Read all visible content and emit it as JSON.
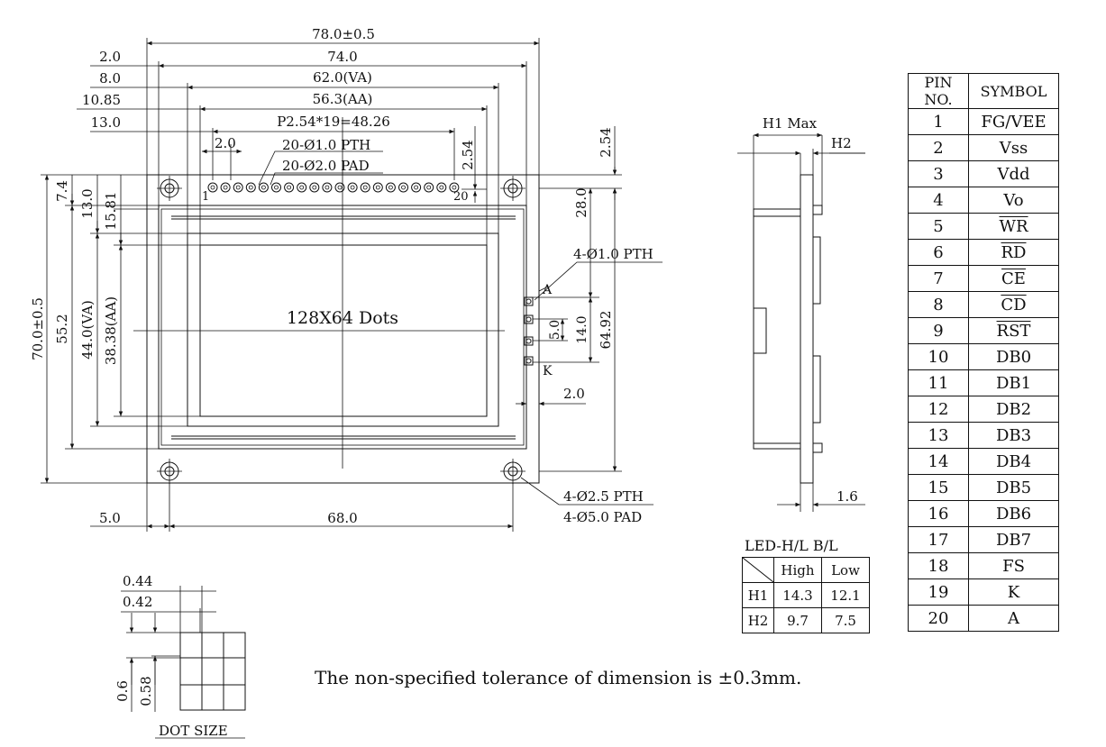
{
  "front": {
    "overall_width": "78.0±0.5",
    "width_74": "74.0",
    "va_width": "62.0(VA)",
    "aa_width": "56.3(AA)",
    "pitch": "P2.54*19=48.26",
    "left_2": "2.0",
    "left_8": "8.0",
    "left_1085": "10.85",
    "left_13": "13.0",
    "pin_spacing": "2.0",
    "pth_20": "20-Ø1.0 PTH",
    "pad_20": "20-Ø2.0 PAD",
    "pin1": "1",
    "pin20": "20",
    "dim_254a": "2.54",
    "dim_254b": "2.54",
    "dim_28": "28.0",
    "led_pth": "4-Ø1.0 PTH",
    "led_a": "A",
    "led_k": "K",
    "dim_5": "5.0",
    "dim_14": "14.0",
    "dim_6492": "64.92",
    "dim_2r": "2.0",
    "height_70": "70.0±0.5",
    "height_552": "55.2",
    "height_va": "44.0(VA)",
    "height_aa": "38.38(AA)",
    "top_74": "7.4",
    "top_13": "13.0",
    "top_1581": "15.81",
    "dots": "128X64 Dots",
    "mount_pth": "4-Ø2.5 PTH",
    "mount_pad": "4-Ø5.0 PAD",
    "bottom_5": "5.0",
    "bottom_68": "68.0"
  },
  "side": {
    "h1": "H1 Max",
    "h2": "H2",
    "thick": "1.6"
  },
  "dot": {
    "d044": "0.44",
    "d042": "0.42",
    "d06": "0.6",
    "d058": "0.58",
    "label": "DOT SIZE"
  },
  "led": {
    "title": "LED-H/L B/L",
    "high": "High",
    "low": "Low",
    "h1": "H1",
    "h2": "H2",
    "h1_high": "14.3",
    "h1_low": "12.1",
    "h2_high": "9.7",
    "h2_low": "7.5"
  },
  "pins": {
    "header_no": "PIN NO.",
    "header_symbol": "SYMBOL",
    "rows": [
      {
        "no": "1",
        "symbol": "FG/VEE"
      },
      {
        "no": "2",
        "symbol": "Vss"
      },
      {
        "no": "3",
        "symbol": "Vdd"
      },
      {
        "no": "4",
        "symbol": "Vo"
      },
      {
        "no": "5",
        "symbol": "WR"
      },
      {
        "no": "6",
        "symbol": "RD"
      },
      {
        "no": "7",
        "symbol": "CE"
      },
      {
        "no": "8",
        "symbol": "CD"
      },
      {
        "no": "9",
        "symbol": "RST"
      },
      {
        "no": "10",
        "symbol": "DB0"
      },
      {
        "no": "11",
        "symbol": "DB1"
      },
      {
        "no": "12",
        "symbol": "DB2"
      },
      {
        "no": "13",
        "symbol": "DB3"
      },
      {
        "no": "14",
        "symbol": "DB4"
      },
      {
        "no": "15",
        "symbol": "DB5"
      },
      {
        "no": "16",
        "symbol": "DB6"
      },
      {
        "no": "17",
        "symbol": "DB7"
      },
      {
        "no": "18",
        "symbol": "FS"
      },
      {
        "no": "19",
        "symbol": "K"
      },
      {
        "no": "20",
        "symbol": "A"
      }
    ]
  },
  "note": "The non-specified tolerance of dimension is ±0.3mm."
}
